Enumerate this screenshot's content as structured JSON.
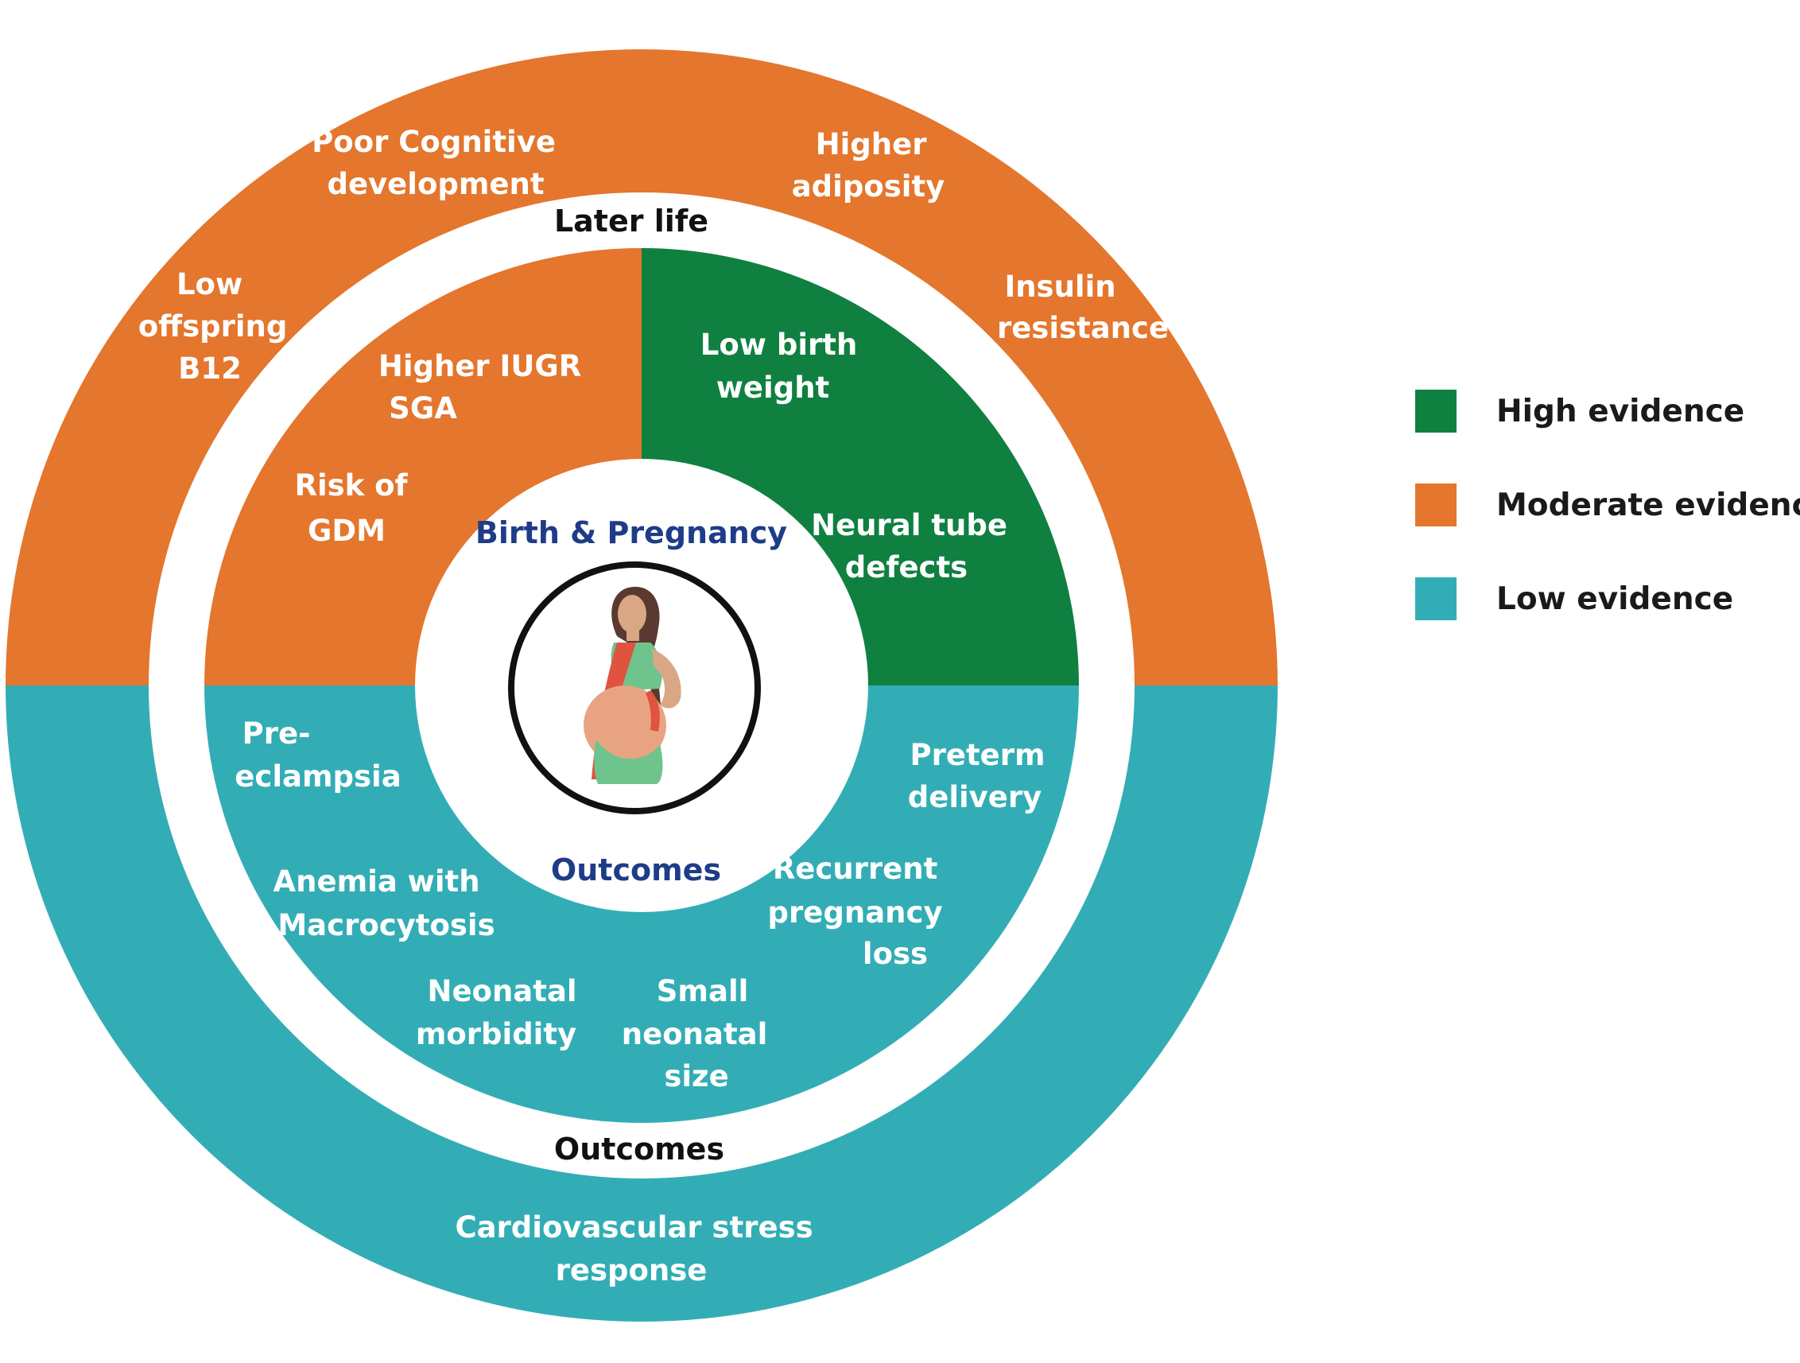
{
  "colors": {
    "high": "#0f8040",
    "moderate": "#e4762d",
    "low": "#33adb5",
    "core_heading": "#1f3c88"
  },
  "diagram": {
    "outer_header": "Later life",
    "outer_footer": "Outcomes",
    "core_top": "Birth & Pregnancy",
    "core_bottom": "Outcomes",
    "center_icon": "pregnant-woman-icon",
    "outer_ring": {
      "cognitive": [
        "Poor Cognitive",
        "development"
      ],
      "adiposity": [
        "Higher",
        "adiposity"
      ],
      "b12": [
        "Low",
        "offspring",
        "B12"
      ],
      "insulin": [
        "Insulin",
        "resistance"
      ],
      "cardio": [
        "Cardiovascular stress",
        "response"
      ]
    },
    "inner_ring": {
      "iugr": [
        "Higher IUGR",
        "SGA"
      ],
      "gdm": [
        "Risk of",
        "GDM"
      ],
      "lbw": [
        "Low birth",
        "weight"
      ],
      "ntd": [
        "Neural tube",
        "defects"
      ],
      "preeclampsia": [
        "Pre-",
        "eclampsia"
      ],
      "preterm": [
        "Preterm",
        "delivery"
      ],
      "anemia": [
        "Anemia with",
        "Macrocytosis"
      ],
      "recurrent": [
        "Recurrent",
        "pregnancy",
        "loss"
      ],
      "neonatal_morbidity": [
        "Neonatal",
        "morbidity"
      ],
      "small_size": [
        "Small",
        "neonatal",
        "size"
      ]
    }
  },
  "legend": [
    {
      "label": "High evidence",
      "color": "#0f8040"
    },
    {
      "label": "Moderate evidence",
      "color": "#e4762d"
    },
    {
      "label": "Low evidence",
      "color": "#33adb5"
    }
  ]
}
